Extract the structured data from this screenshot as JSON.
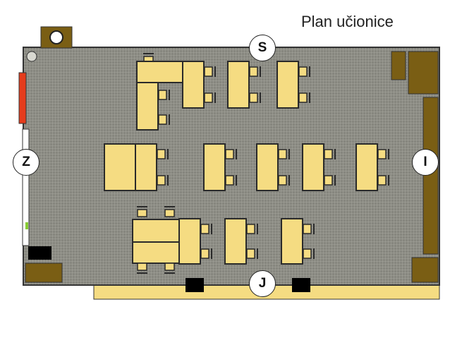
{
  "title": "Plan učionice",
  "compass": {
    "north": "S",
    "west": "Z",
    "east": "I",
    "south": "J"
  },
  "colors": {
    "floor": "#8a8a82",
    "desk": "#f5dc82",
    "outline": "#2a2a2a",
    "cabinet": "#7a5e14",
    "board_red": "#e53c1c",
    "corridor": "#f5dc82",
    "black": "#000000"
  }
}
